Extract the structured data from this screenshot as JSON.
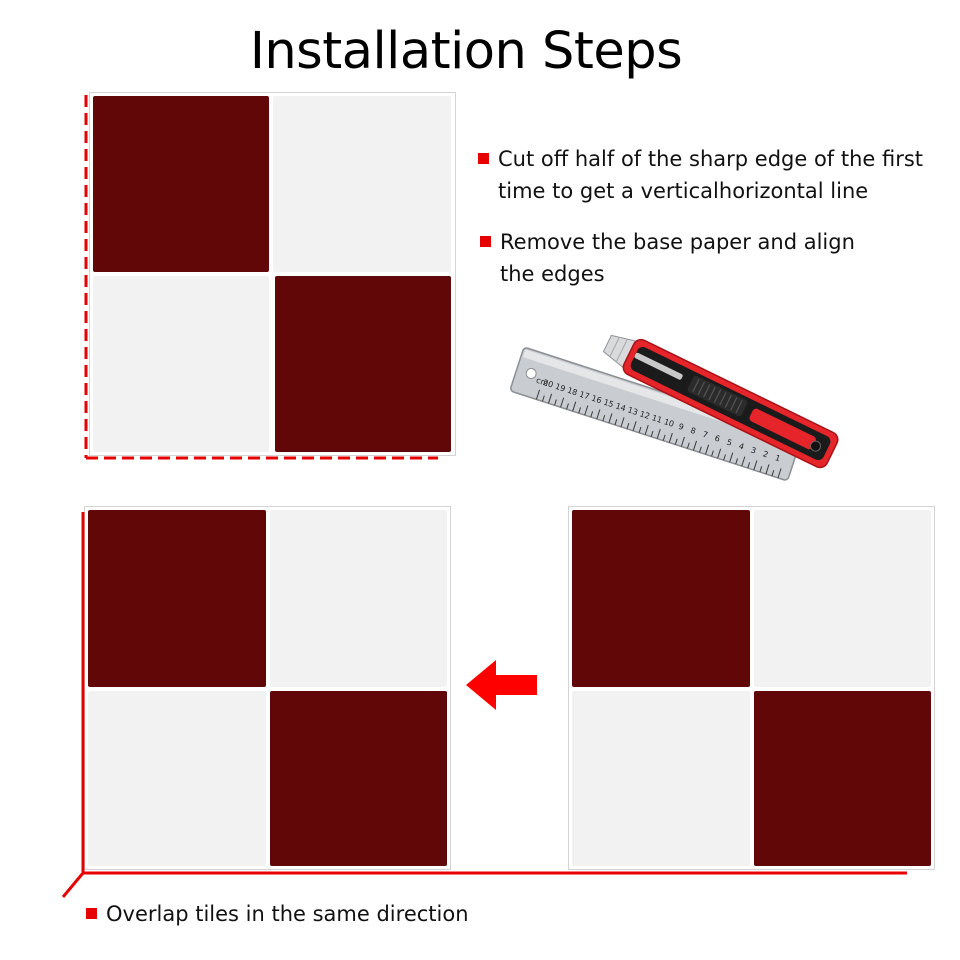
{
  "title": "Installation Steps",
  "steps": [
    {
      "text": "Cut off half of the sharp edge of the first time to get a verticalhorizontal line"
    },
    {
      "text": "Remove the base paper and align the edges"
    },
    {
      "text": "Overlap tiles in the same direction"
    }
  ],
  "ruler": {
    "tick_labels": [
      "1",
      "2",
      "3",
      "4",
      "5",
      "6",
      "7",
      "8",
      "9",
      "10",
      "11",
      "12",
      "13",
      "14",
      "15",
      "16",
      "17",
      "18",
      "19",
      "20"
    ],
    "unit": "cm"
  },
  "colors": {
    "accent": "#e60000",
    "tile_dark": "#620707",
    "tile_light": "#f2f2f2"
  },
  "icons": [
    "arrow-left-icon",
    "utility-knife-icon",
    "steel-ruler-icon"
  ]
}
